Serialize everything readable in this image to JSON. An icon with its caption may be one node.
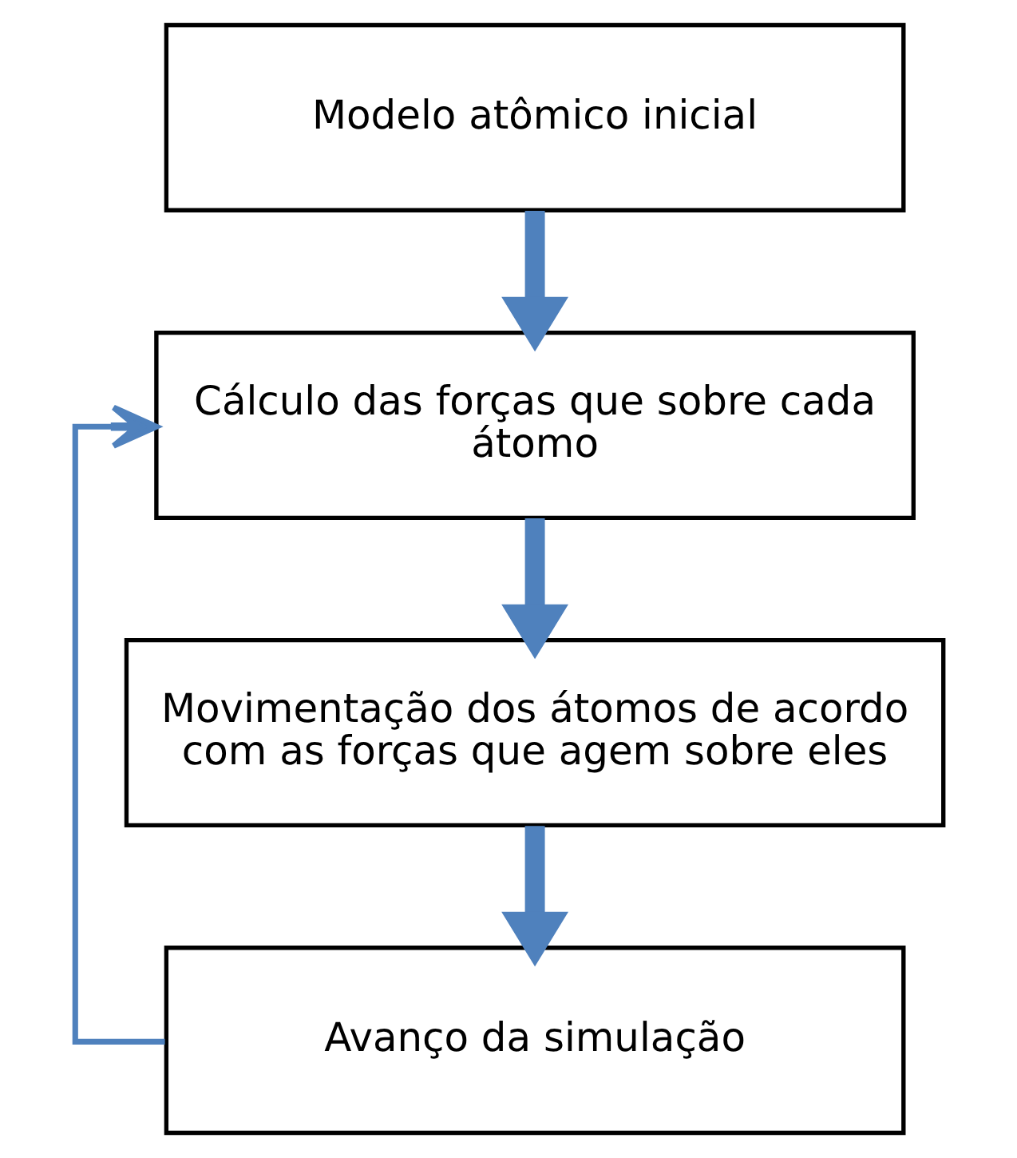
{
  "diagram": {
    "nodes": [
      {
        "text": [
          "Modelo atômico inicial"
        ]
      },
      {
        "text": [
          "Cálculo das forças que sobre cada átomo"
        ]
      },
      {
        "text": [
          "Movimentação dos átomos de acordo com as forças que agem sobre eles"
        ]
      },
      {
        "text": [
          "Avanço da simulação"
        ]
      }
    ],
    "edges": [
      {
        "from": 0,
        "to": 1,
        "arrow": "to"
      },
      {
        "from": 1,
        "to": 2,
        "arrow": "to"
      },
      {
        "from": 2,
        "to": 3,
        "arrow": "to"
      },
      {
        "from": 3,
        "to": 1,
        "arrow": "to"
      }
    ]
  }
}
